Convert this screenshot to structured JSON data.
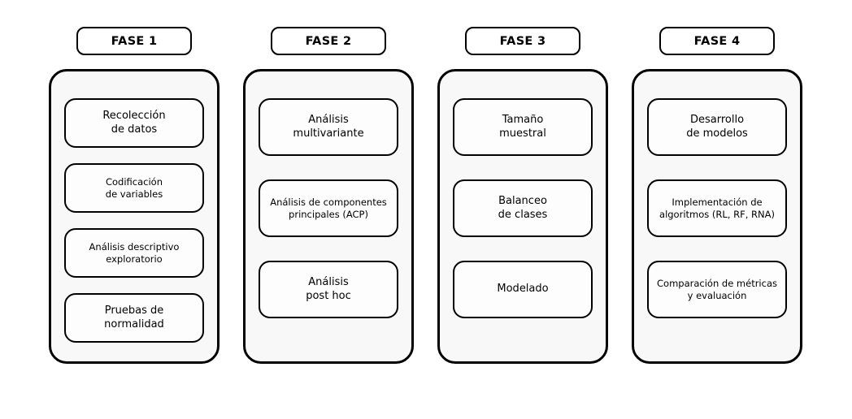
{
  "colors": {
    "page_bg": "#ffffff",
    "container_bg": "#f8f8f8",
    "box_bg": "#fdfdfd",
    "border": "#000000",
    "text": "#000000"
  },
  "phases": [
    {
      "label": "FASE 1",
      "steps": [
        "Recolección\nde datos",
        "Codificación\nde variables",
        "Análisis descriptivo\nexploratorio",
        "Pruebas de\nnormalidad"
      ]
    },
    {
      "label": "FASE 2",
      "steps": [
        "Análisis\nmultivariante",
        "Análisis de componentes\nprincipales (ACP)",
        "Análisis\npost hoc"
      ]
    },
    {
      "label": "FASE 3",
      "steps": [
        "Tamaño\nmuestral",
        "Balanceo\nde clases",
        "Modelado"
      ]
    },
    {
      "label": "FASE 4",
      "steps": [
        "Desarrollo\nde modelos",
        "Implementación de\nalgoritmos (RL, RF, RNA)",
        "Comparación de métricas\ny evaluación"
      ]
    }
  ]
}
